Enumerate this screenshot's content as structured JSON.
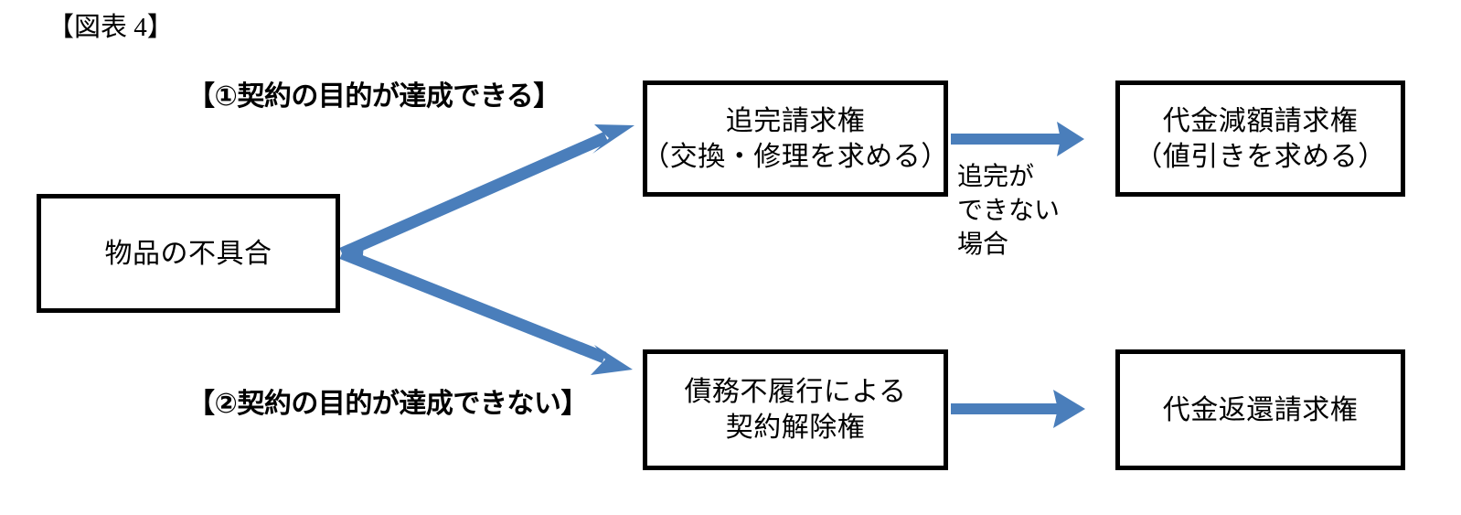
{
  "figure": {
    "title": "【図表 4】",
    "accent_color": "#4a7ebb",
    "border_color": "#000000",
    "background_color": "#ffffff"
  },
  "nodes": {
    "source": {
      "lines": [
        "物品の不具合"
      ]
    },
    "top_middle": {
      "lines": [
        "追完請求権",
        "（交換・修理を求める）"
      ]
    },
    "top_right": {
      "lines": [
        "代金減額請求権",
        "（値引きを求める）"
      ]
    },
    "bottom_middle": {
      "lines": [
        "債務不履行による",
        "契約解除権"
      ]
    },
    "bottom_right": {
      "lines": [
        "代金返還請求権"
      ]
    }
  },
  "branch_labels": {
    "upper": "【①契約の目的が達成できる】",
    "lower": "【②契約の目的が達成できない】"
  },
  "edge_labels": {
    "top_condition": {
      "lines": [
        "追完が",
        "できない",
        "場合"
      ]
    }
  },
  "chart_data": {
    "type": "diagram",
    "title": "【図表 4】",
    "nodes": [
      {
        "id": "source",
        "label": "物品の不具合"
      },
      {
        "id": "top_middle",
        "label": "追完請求権（交換・修理を求める）"
      },
      {
        "id": "top_right",
        "label": "代金減額請求権（値引きを求める）"
      },
      {
        "id": "bottom_middle",
        "label": "債務不履行による契約解除権"
      },
      {
        "id": "bottom_right",
        "label": "代金返還請求権"
      }
    ],
    "edges": [
      {
        "from": "source",
        "to": "top_middle",
        "label": "【①契約の目的が達成できる】"
      },
      {
        "from": "source",
        "to": "bottom_middle",
        "label": "【②契約の目的が達成できない】"
      },
      {
        "from": "top_middle",
        "to": "top_right",
        "label": "追完ができない場合"
      },
      {
        "from": "bottom_middle",
        "to": "bottom_right",
        "label": ""
      }
    ]
  }
}
